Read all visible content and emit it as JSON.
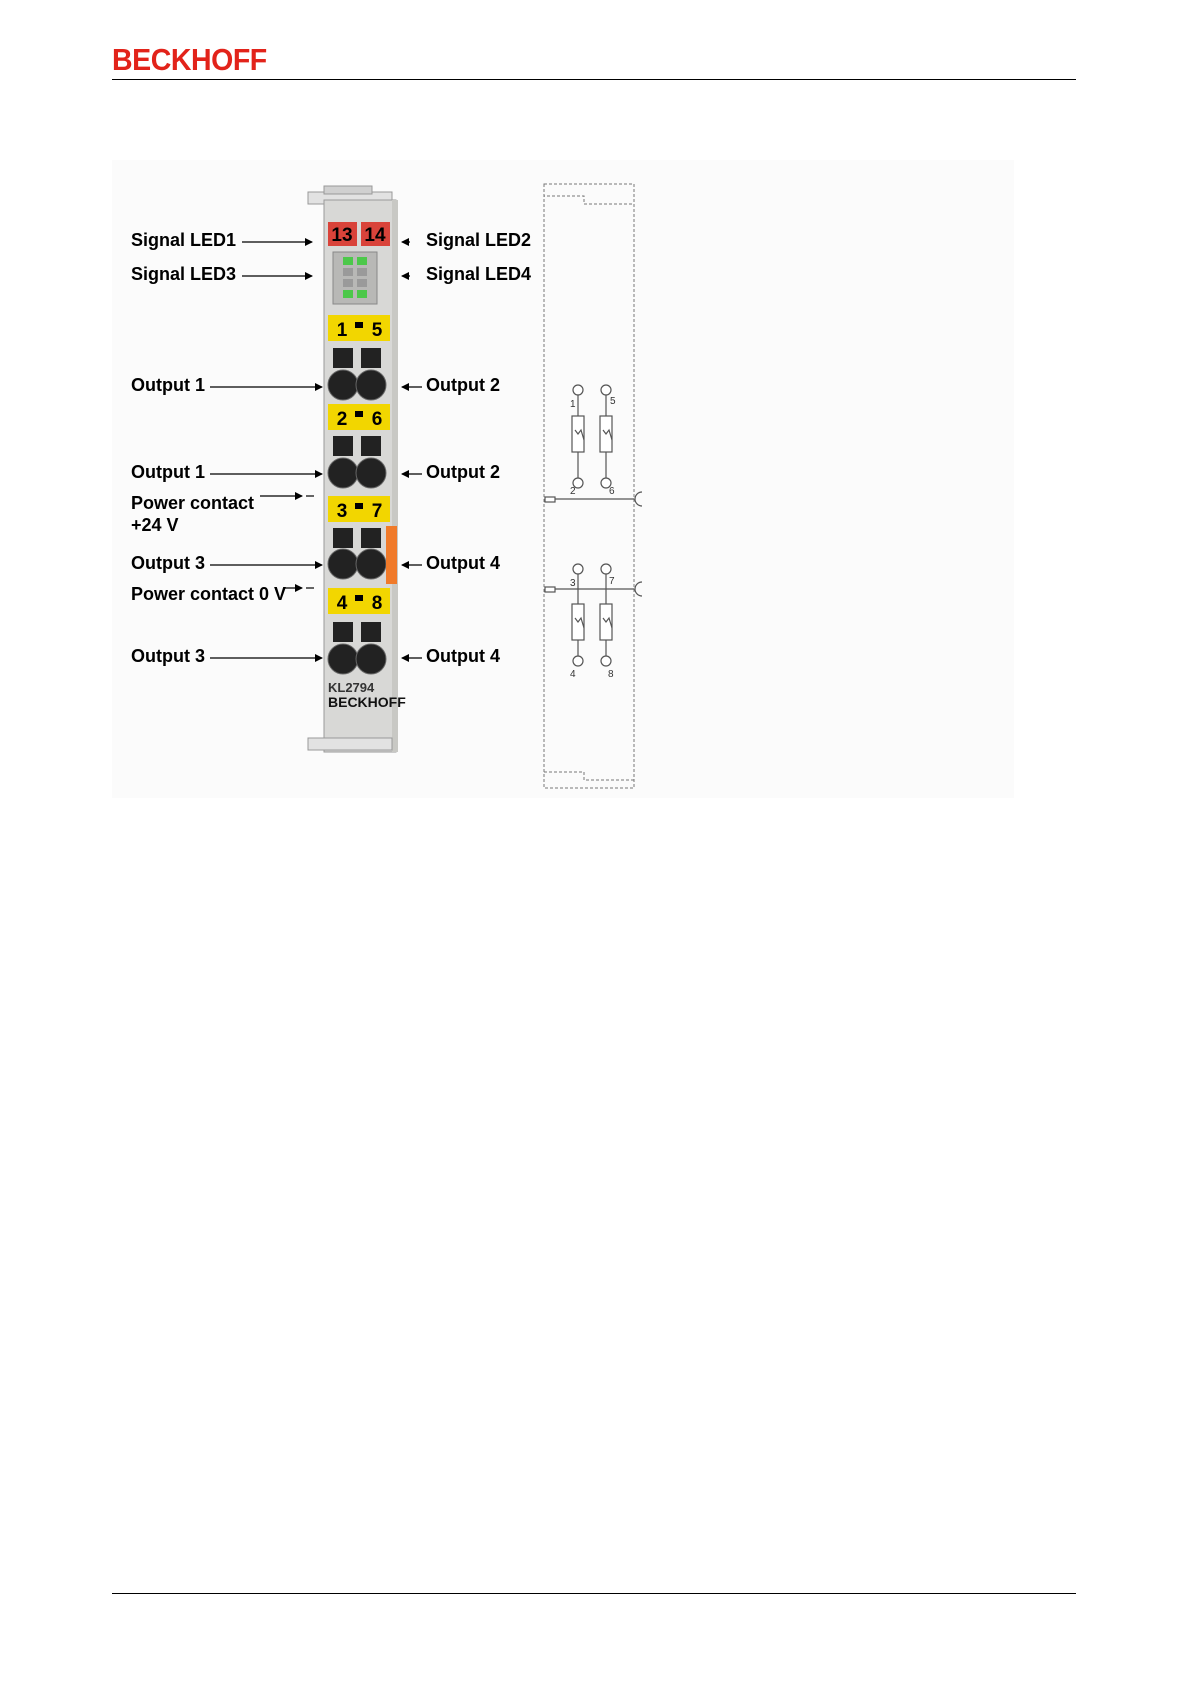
{
  "header": {
    "logo": "BECKHOFF"
  },
  "figure": {
    "labels_left": {
      "signal_led1": "Signal LED1",
      "signal_led3": "Signal LED3",
      "output1_a": "Output 1",
      "output1_b": "Output 1",
      "power_contact_24_l1": "Power contact",
      "power_contact_24_l2": "+24 V",
      "output3_a": "Output 3",
      "power_contact_0": "Power contact 0 V",
      "output3_b": "Output 3"
    },
    "labels_right": {
      "signal_led2": "Signal LED2",
      "signal_led4": "Signal LED4",
      "output2_a": "Output 2",
      "output2_b": "Output 2",
      "output4_a": "Output 4",
      "output4_b": "Output 4"
    },
    "terminal": {
      "top_left": "13",
      "top_right": "14",
      "row1_left": "1",
      "row1_right": "5",
      "row2_left": "2",
      "row2_right": "6",
      "row3_left": "3",
      "row3_right": "7",
      "row4_left": "4",
      "row4_right": "8",
      "model": "KL2794",
      "brand": "BECKHOFF"
    },
    "schematic": {
      "pin1": "1",
      "pin5": "5",
      "pin2": "2",
      "pin6": "6",
      "pin3": "3",
      "pin7": "7",
      "pin4": "4",
      "pin8": "8"
    },
    "colors": {
      "brand_red": "#e2231a",
      "terminal_yellow": "#f2d600",
      "terminal_red": "#d9433a",
      "led_green": "#4cc84a",
      "power_orange": "#f07a2a"
    }
  }
}
